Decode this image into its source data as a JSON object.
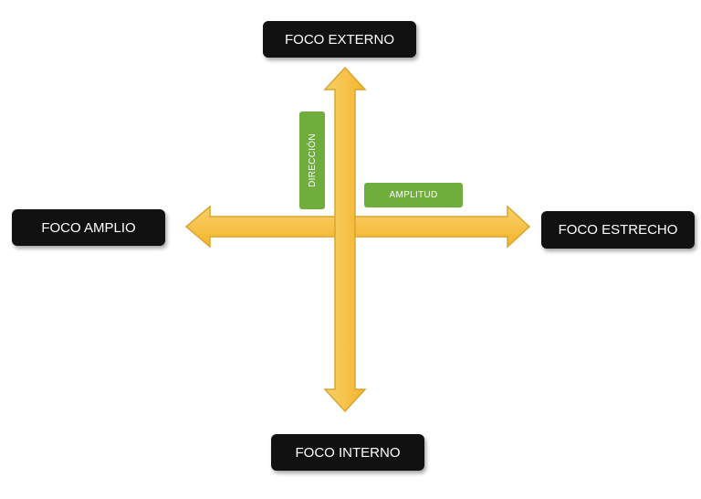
{
  "labels": {
    "top": "FOCO EXTERNO",
    "left": "FOCO AMPLIO",
    "right": "FOCO ESTRECHO",
    "bottom": "FOCO INTERNO"
  },
  "tags": {
    "vertical_axis": "DIRECCIÓN",
    "horizontal_axis": "AMPLITUD"
  },
  "colors": {
    "arrow_fill": "#F8C33A",
    "arrow_stroke": "#D9A531",
    "label_box": "#111111",
    "tag_fill": "#6FAE3C"
  }
}
